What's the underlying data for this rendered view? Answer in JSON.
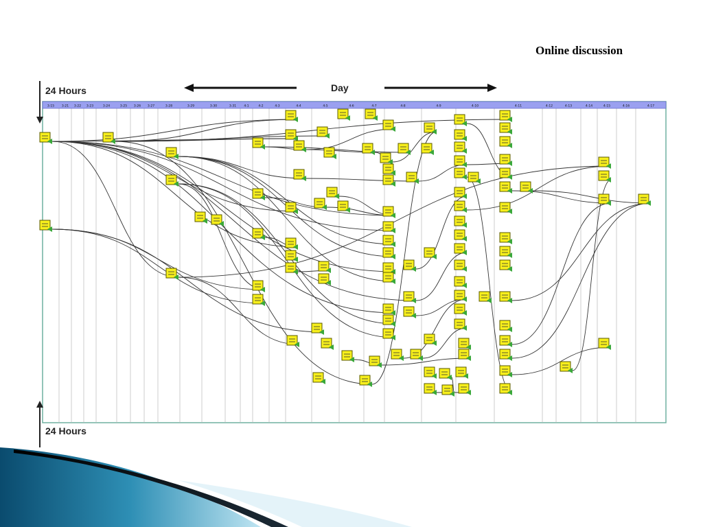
{
  "slide": {
    "title": "Online discussion"
  },
  "diagram": {
    "top_label": "24 Hours",
    "bottom_label": "24 Hours",
    "axis_label": "Day",
    "dates": [
      "3-15",
      "3-21",
      "3-22",
      "3-23",
      "3-24",
      "3-25",
      "3-26",
      "3-27",
      "3-28",
      "3-29",
      "3-30",
      "3-31",
      "4-1",
      "4-2",
      "4-3",
      "4-4",
      "4-5",
      "4-6",
      "4-7",
      "4-8",
      "4-9",
      "4-10",
      "4-11",
      "4-12",
      "4-13",
      "4-14",
      "4-15",
      "4-16",
      "4-17"
    ]
  },
  "colors": {
    "header_band": "#9aa0f0",
    "node_fill": "#f7ef1c",
    "arrow_green": "#3aa83a",
    "frame": "#6fb0a0",
    "ribbon_dark": "#003a55",
    "ribbon_light": "#4fb6d8"
  }
}
